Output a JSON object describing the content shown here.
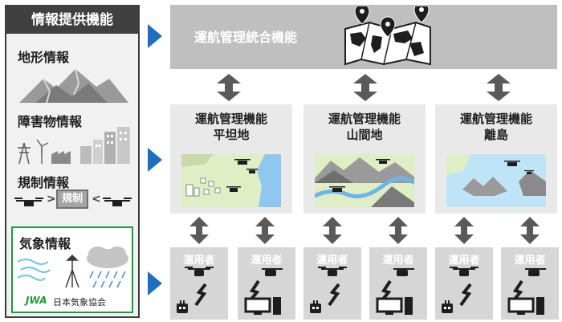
{
  "left_panel": {
    "header": "情報提供機能",
    "terrain_label": "地形情報",
    "obstacle_label": "障害物情報",
    "regulation_label": "規制情報",
    "regulation_badge": "規制",
    "weather_label": "気象情報",
    "jwa_logo_text": "JWA",
    "jwa_name": "日本気象協会"
  },
  "integration": {
    "title": "運航管理統合機能"
  },
  "functions": [
    {
      "title": "運航管理機能",
      "subtitle": "平坦地"
    },
    {
      "title": "運航管理機能",
      "subtitle": "山間地"
    },
    {
      "title": "運航管理機能",
      "subtitle": "離島"
    }
  ],
  "operators": [
    {
      "label": "運用者",
      "device": "robot"
    },
    {
      "label": "運用者",
      "device": "computer"
    },
    {
      "label": "運用者",
      "device": "robot"
    },
    {
      "label": "運用者",
      "device": "computer"
    },
    {
      "label": "運用者",
      "device": "robot"
    },
    {
      "label": "運用者",
      "device": "computer"
    }
  ],
  "colors": {
    "header_bg": "#404040",
    "accent_blue": "#1f6fc0",
    "weather_border": "#1f9a3b",
    "box_gray": "#bfbfbf",
    "arrow_gray": "#5a5a5a"
  }
}
